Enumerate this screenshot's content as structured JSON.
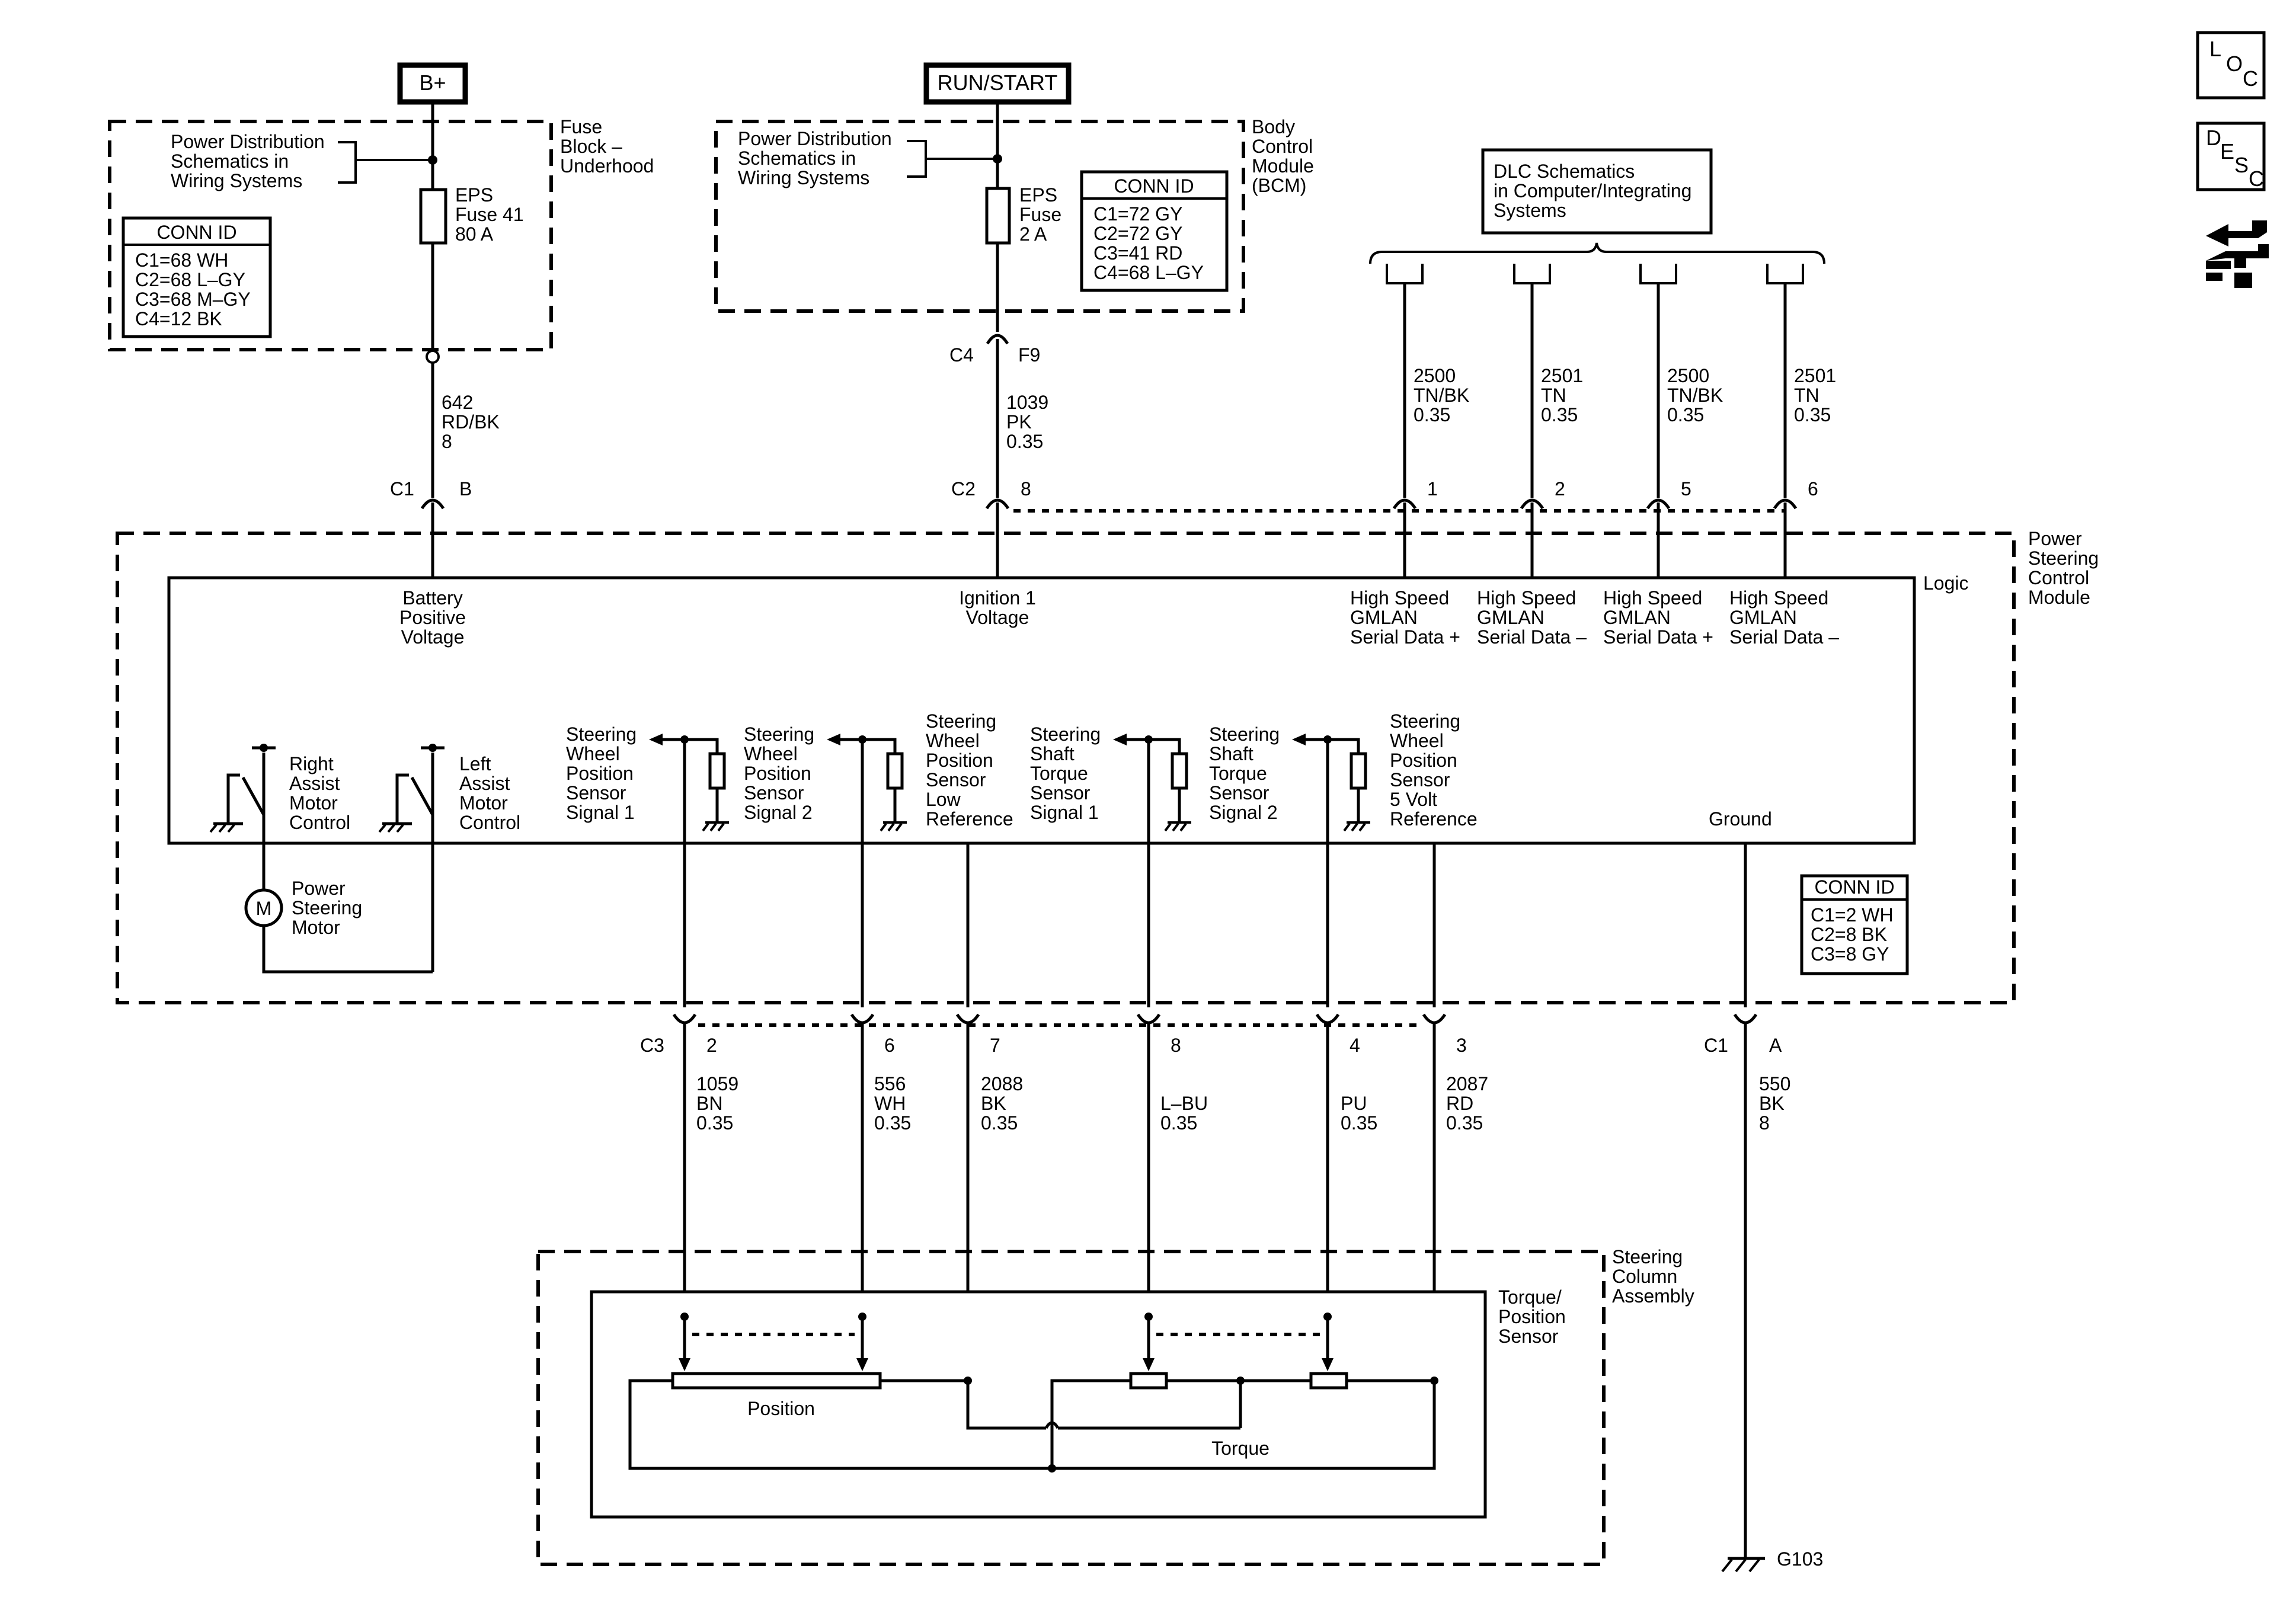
{
  "power": {
    "bplus": "B+",
    "run_start": "RUN/START"
  },
  "fuse_block": {
    "title": [
      "Fuse",
      "Block –",
      "Underhood"
    ],
    "pds": [
      "Power Distribution",
      "Schematics in",
      "Wiring Systems"
    ],
    "fuse": [
      "EPS",
      "Fuse 41",
      "80 A"
    ],
    "conn_title": "CONN ID",
    "conn": [
      "C1=68 WH",
      "C2=68 L–GY",
      "C3=68 M–GY",
      "C4=12 BK"
    ]
  },
  "bcm": {
    "title": [
      "Body",
      "Control",
      "Module",
      "(BCM)"
    ],
    "pds": [
      "Power Distribution",
      "Schematics in",
      "Wiring Systems"
    ],
    "fuse": [
      "EPS",
      "Fuse",
      "2 A"
    ],
    "conn_title": "CONN ID",
    "conn": [
      "C1=72 GY",
      "C2=72 GY",
      "C3=41 RD",
      "C4=68 L–GY"
    ],
    "connector": "C4",
    "pin": "F9"
  },
  "dlc": {
    "text": [
      "DLC Schematics",
      "in Computer/Integrating",
      "Systems"
    ]
  },
  "wires_top": [
    {
      "circuit": "642",
      "color": "RD/BK",
      "size": "8",
      "connector": "C1",
      "pin": "B"
    },
    {
      "circuit": "1039",
      "color": "PK",
      "size": "0.35",
      "connector": "C2",
      "pin": "8"
    },
    {
      "circuit": "2500",
      "color": "TN/BK",
      "size": "0.35",
      "pin": "1"
    },
    {
      "circuit": "2501",
      "color": "TN",
      "size": "0.35",
      "pin": "2"
    },
    {
      "circuit": "2500",
      "color": "TN/BK",
      "size": "0.35",
      "pin": "5"
    },
    {
      "circuit": "2501",
      "color": "TN",
      "size": "0.35",
      "pin": "6"
    }
  ],
  "pscm": {
    "title": [
      "Power",
      "Steering",
      "Control",
      "Module"
    ],
    "logic": "Logic",
    "inputs": [
      [
        "Battery",
        "Positive",
        "Voltage"
      ],
      [
        "Ignition 1",
        "Voltage"
      ],
      [
        "High Speed",
        "GMLAN",
        "Serial Data +"
      ],
      [
        "High Speed",
        "GMLAN",
        "Serial Data –"
      ],
      [
        "High Speed",
        "GMLAN",
        "Serial Data +"
      ],
      [
        "High Speed",
        "GMLAN",
        "Serial Data –"
      ]
    ],
    "right_motor": [
      "Right",
      "Assist",
      "Motor",
      "Control"
    ],
    "left_motor": [
      "Left",
      "Assist",
      "Motor",
      "Control"
    ],
    "motor_symbol": "M",
    "motor_label": [
      "Power",
      "Steering",
      "Motor"
    ],
    "sensors": [
      [
        "Steering",
        "Wheel",
        "Position",
        "Sensor",
        "Signal 1"
      ],
      [
        "Steering",
        "Wheel",
        "Position",
        "Sensor",
        "Signal 2"
      ],
      [
        "Steering",
        "Wheel",
        "Position",
        "Sensor",
        "Low",
        "Reference"
      ],
      [
        "Steering",
        "Shaft",
        "Torque",
        "Sensor",
        "Signal 1"
      ],
      [
        "Steering",
        "Shaft",
        "Torque",
        "Sensor",
        "Signal 2"
      ],
      [
        "Steering",
        "Wheel",
        "Position",
        "Sensor",
        "5 Volt",
        "Reference"
      ]
    ],
    "ground": "Ground",
    "conn_title": "CONN ID",
    "conn": [
      "C1=2 WH",
      "C2=8 BK",
      "C3=8 GY"
    ]
  },
  "wires_bottom": [
    {
      "circuit": "1059",
      "color": "BN",
      "size": "0.35",
      "connector": "C3",
      "pin": "2"
    },
    {
      "circuit": "556",
      "color": "WH",
      "size": "0.35",
      "pin": "6"
    },
    {
      "circuit": "2088",
      "color": "BK",
      "size": "0.35",
      "pin": "7"
    },
    {
      "circuit": "",
      "color": "L–BU",
      "size": "0.35",
      "pin": "8"
    },
    {
      "circuit": "",
      "color": "PU",
      "size": "0.35",
      "pin": "4"
    },
    {
      "circuit": "2087",
      "color": "RD",
      "size": "0.35",
      "pin": "3"
    },
    {
      "circuit": "550",
      "color": "BK",
      "size": "8",
      "connector": "C1",
      "pin": "A"
    }
  ],
  "column": {
    "title": [
      "Steering",
      "Column",
      "Assembly"
    ],
    "sensor_title": [
      "Torque/",
      "Position",
      "Sensor"
    ],
    "position": "Position",
    "torque": "Torque",
    "ground": "G103"
  },
  "side_icons": {
    "loc": [
      "L",
      "O",
      "C"
    ],
    "desc": [
      "D",
      "E",
      "S",
      "C"
    ],
    "icon": "connector-swap-icon"
  }
}
